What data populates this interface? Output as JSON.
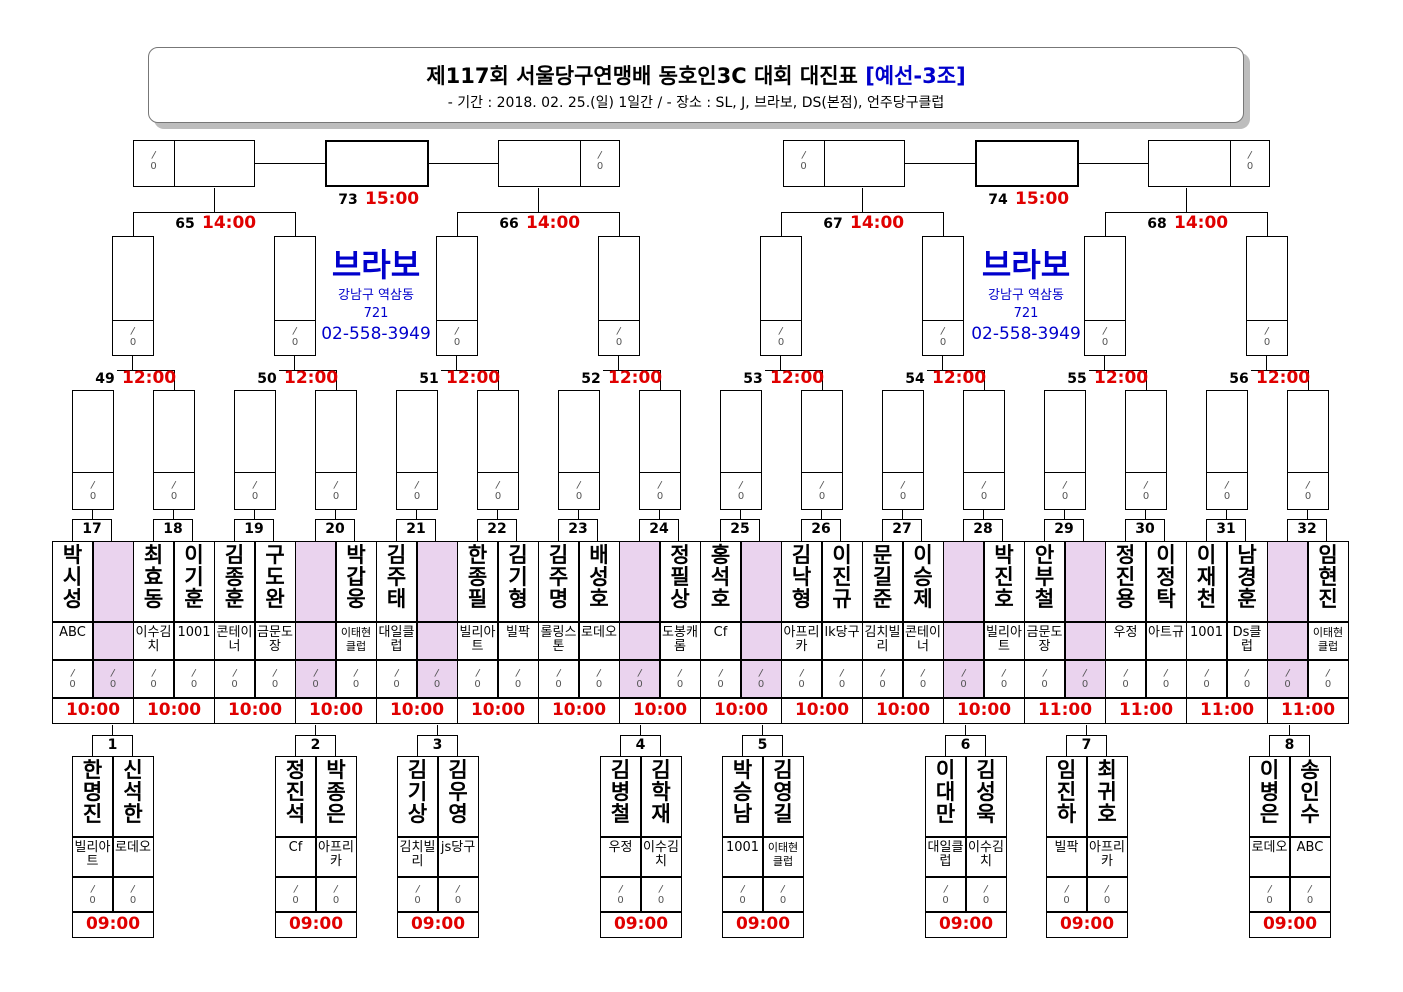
{
  "header": {
    "title_main": "제117회 서울당구연맹배 동호인3C 대회 대진표",
    "title_group": "[예선-3조]",
    "subtitle": "- 기간 : 2018. 02. 25.(일) 1일간 / - 장소 : SL, J, 브라보, DS(본점), 언주당구클럽"
  },
  "score_placeholder": "/\n0",
  "venue": {
    "name": "브라보",
    "address_line1": "강남구 역삼동",
    "address_line2": "721",
    "phone": "02-558-3949"
  },
  "finals": [
    {
      "num": "73",
      "time": "15:00"
    },
    {
      "num": "74",
      "time": "15:00"
    }
  ],
  "semis": [
    {
      "num": "65",
      "time": "14:00"
    },
    {
      "num": "66",
      "time": "14:00"
    },
    {
      "num": "67",
      "time": "14:00"
    },
    {
      "num": "68",
      "time": "14:00"
    }
  ],
  "quarters": [
    {
      "num": "49",
      "time": "12:00"
    },
    {
      "num": "50",
      "time": "12:00"
    },
    {
      "num": "51",
      "time": "12:00"
    },
    {
      "num": "52",
      "time": "12:00"
    },
    {
      "num": "53",
      "time": "12:00"
    },
    {
      "num": "54",
      "time": "12:00"
    },
    {
      "num": "55",
      "time": "12:00"
    },
    {
      "num": "56",
      "time": "12:00"
    }
  ],
  "round1": [
    {
      "num": "17",
      "time": "10:00",
      "a": {
        "name": "박시성",
        "club": "ABC"
      },
      "b": {
        "name": "",
        "club": ""
      }
    },
    {
      "num": "18",
      "time": "10:00",
      "a": {
        "name": "최효동",
        "club": "이수김치"
      },
      "b": {
        "name": "이기훈",
        "club": "1001"
      }
    },
    {
      "num": "19",
      "time": "10:00",
      "a": {
        "name": "김종훈",
        "club": "콘테이너"
      },
      "b": {
        "name": "구도완",
        "club": "금문도장"
      }
    },
    {
      "num": "20",
      "time": "10:00",
      "a": {
        "name": "",
        "club": ""
      },
      "b": {
        "name": "박갑웅",
        "club": "이태현클럽"
      }
    },
    {
      "num": "21",
      "time": "10:00",
      "a": {
        "name": "김주태",
        "club": "대일클럽"
      },
      "b": {
        "name": "",
        "club": ""
      }
    },
    {
      "num": "22",
      "time": "10:00",
      "a": {
        "name": "한종필",
        "club": "빌리아트"
      },
      "b": {
        "name": "김기형",
        "club": "빌팍"
      }
    },
    {
      "num": "23",
      "time": "10:00",
      "a": {
        "name": "김주명",
        "club": "롤링스톤"
      },
      "b": {
        "name": "배성호",
        "club": "로데오"
      }
    },
    {
      "num": "24",
      "time": "10:00",
      "a": {
        "name": "",
        "club": ""
      },
      "b": {
        "name": "정필상",
        "club": "도봉캐롬"
      }
    },
    {
      "num": "25",
      "time": "10:00",
      "a": {
        "name": "홍석호",
        "club": "Cf"
      },
      "b": {
        "name": "",
        "club": ""
      }
    },
    {
      "num": "26",
      "time": "10:00",
      "a": {
        "name": "김낙형",
        "club": "아프리카"
      },
      "b": {
        "name": "이진규",
        "club": "lk당구"
      }
    },
    {
      "num": "27",
      "time": "10:00",
      "a": {
        "name": "문길준",
        "club": "김치빌리"
      },
      "b": {
        "name": "이승제",
        "club": "콘테이너"
      }
    },
    {
      "num": "28",
      "time": "10:00",
      "a": {
        "name": "",
        "club": ""
      },
      "b": {
        "name": "박진호",
        "club": "빌리아트"
      }
    },
    {
      "num": "29",
      "time": "11:00",
      "a": {
        "name": "안부철",
        "club": "금문도장"
      },
      "b": {
        "name": "",
        "club": ""
      }
    },
    {
      "num": "30",
      "time": "11:00",
      "a": {
        "name": "정진용",
        "club": "우정"
      },
      "b": {
        "name": "이정탁",
        "club": "아트규"
      }
    },
    {
      "num": "31",
      "time": "11:00",
      "a": {
        "name": "이재천",
        "club": "1001"
      },
      "b": {
        "name": "남경훈",
        "club": "Ds클럽"
      }
    },
    {
      "num": "32",
      "time": "11:00",
      "a": {
        "name": "",
        "club": ""
      },
      "b": {
        "name": "임현진",
        "club": "이태현클럽"
      }
    }
  ],
  "prelim": [
    {
      "num": "1",
      "time": "09:00",
      "a": {
        "name": "한명진",
        "club": "빌리아트"
      },
      "b": {
        "name": "신석한",
        "club": "로데오"
      }
    },
    {
      "num": "2",
      "time": "09:00",
      "a": {
        "name": "정진석",
        "club": "Cf"
      },
      "b": {
        "name": "박종은",
        "club": "아프리카"
      }
    },
    {
      "num": "3",
      "time": "09:00",
      "a": {
        "name": "김기상",
        "club": "김치빌리"
      },
      "b": {
        "name": "김우영",
        "club": "js당구"
      }
    },
    {
      "num": "4",
      "time": "09:00",
      "a": {
        "name": "김병철",
        "club": "우정"
      },
      "b": {
        "name": "김학재",
        "club": "이수김치"
      }
    },
    {
      "num": "5",
      "time": "09:00",
      "a": {
        "name": "박승남",
        "club": "1001"
      },
      "b": {
        "name": "김영길",
        "club": "이태현클럽"
      }
    },
    {
      "num": "6",
      "time": "09:00",
      "a": {
        "name": "이대만",
        "club": "대일클럽"
      },
      "b": {
        "name": "김성욱",
        "club": "이수김치"
      }
    },
    {
      "num": "7",
      "time": "09:00",
      "a": {
        "name": "임진하",
        "club": "빌팍"
      },
      "b": {
        "name": "최귀호",
        "club": "아프리카"
      }
    },
    {
      "num": "8",
      "time": "09:00",
      "a": {
        "name": "이병은",
        "club": "로데오"
      },
      "b": {
        "name": "송인수",
        "club": "ABC"
      }
    }
  ]
}
